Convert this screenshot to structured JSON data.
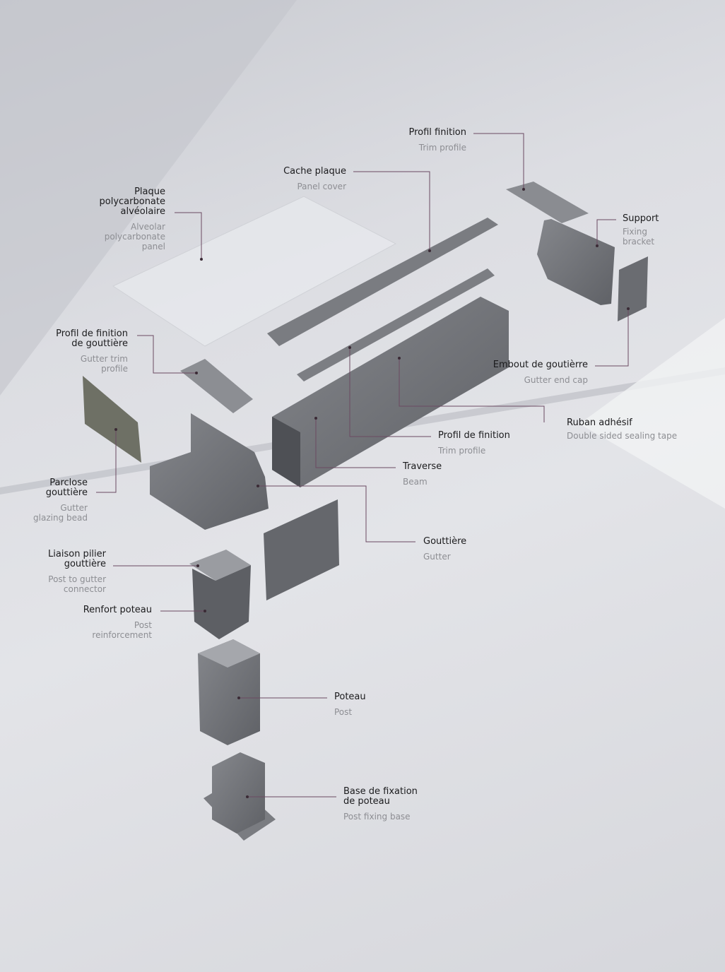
{
  "colors": {
    "leader": "#6b4a62",
    "part": "#6e7075",
    "text": "#1b1b1d",
    "subtext": "#8d8e93"
  },
  "labels": {
    "trim_profile": {
      "fr": "Profil finition",
      "en": "Trim profile"
    },
    "panel_cover": {
      "fr": "Cache plaque",
      "en": "Panel cover"
    },
    "polycarbonate": {
      "fr": "Plaque\npolycarbonate\nalvéolaire",
      "en": "Alveolar\npolycarbonate\npanel"
    },
    "support": {
      "fr": "Support",
      "en": "Fixing\nbracket"
    },
    "end_cap": {
      "fr": "Embout de goutièrre",
      "en": "Gutter end cap"
    },
    "tape": {
      "fr": "Ruban adhésif",
      "en": "Double sided sealing tape"
    },
    "trim_profile_2": {
      "fr": "Profil de finition",
      "en": "Trim profile"
    },
    "beam": {
      "fr": "Traverse",
      "en": "Beam"
    },
    "gutter": {
      "fr": "Gouttière",
      "en": "Gutter"
    },
    "gutter_trim": {
      "fr": "Profil de finition\nde gouttière",
      "en": "Gutter trim\nprofile"
    },
    "glazing_bead": {
      "fr": "Parclose\ngouttière",
      "en": "Gutter\nglazing bead"
    },
    "connector": {
      "fr": "Liaison pilier\ngouttière",
      "en": "Post to gutter\nconnector"
    },
    "reinforcement": {
      "fr": "Renfort poteau",
      "en": "Post\nreinforcement"
    },
    "post": {
      "fr": "Poteau",
      "en": "Post"
    },
    "base": {
      "fr": "Base de fixation\nde poteau",
      "en": "Post fixing base"
    }
  }
}
